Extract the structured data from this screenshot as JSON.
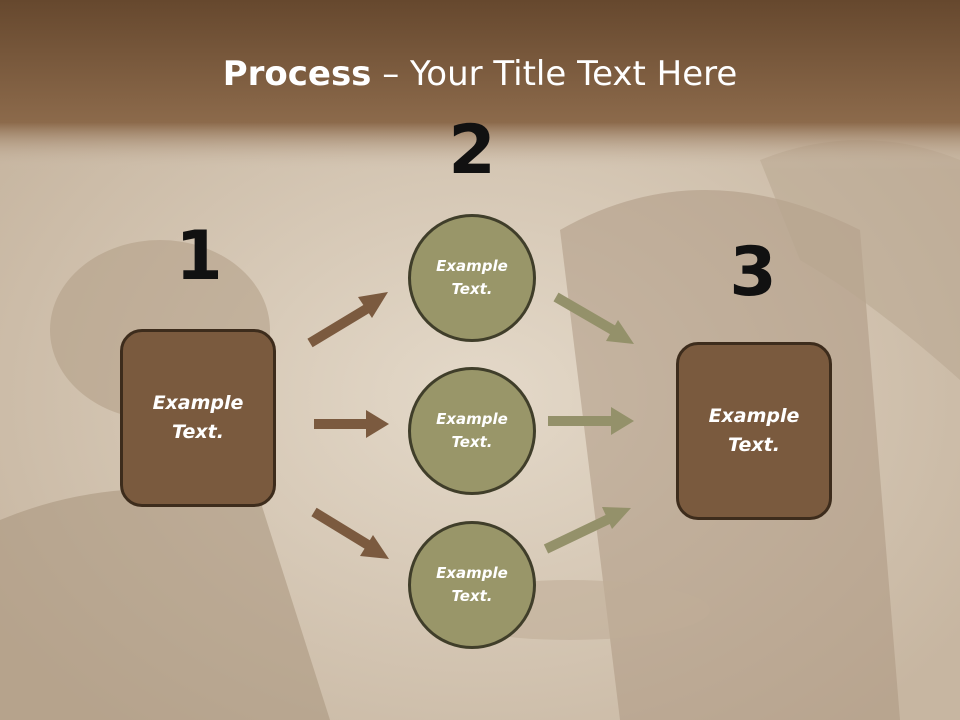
{
  "title": {
    "bold": "Process",
    "rest": " – Your Title Text Here"
  },
  "steps": [
    {
      "number": "1",
      "label": "Example Text."
    },
    {
      "number": "2",
      "label": "Example Text."
    },
    {
      "number": "3",
      "label": "Example Text."
    }
  ],
  "circles": [
    {
      "label": "Example Text."
    },
    {
      "label": "Example Text."
    },
    {
      "label": "Example Text."
    }
  ],
  "colors": {
    "brown_box": "#7a5a3e",
    "olive_circle": "#999669",
    "brown_arrow": "#7b5a3f",
    "olive_arrow": "#94916a",
    "header": "#6e4f33"
  }
}
